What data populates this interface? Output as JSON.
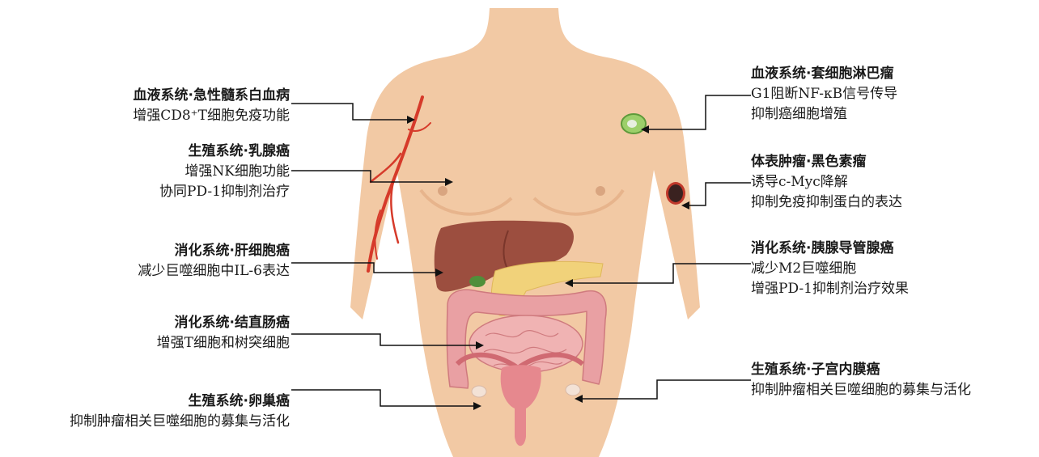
{
  "annotations_left": [
    {
      "title": "血液系统·急性髓系白血病",
      "lines": [
        "增强CD8⁺T细胞免疫功能"
      ]
    },
    {
      "title": "生殖系统·乳腺癌",
      "lines": [
        "增强NK细胞功能",
        "协同PD-1抑制剂治疗"
      ]
    },
    {
      "title": "消化系统·肝细胞癌",
      "lines": [
        "减少巨噬细胞中IL-6表达"
      ]
    },
    {
      "title": "消化系统·结直肠癌",
      "lines": [
        "增强T细胞和树突细胞"
      ]
    },
    {
      "title": "生殖系统·卵巢癌",
      "lines": [
        "抑制肿瘤相关巨噬细胞的募集与活化"
      ]
    }
  ],
  "annotations_right": [
    {
      "title": "血液系统·套细胞淋巴瘤",
      "lines": [
        "G1阻断NF-κB信号传导",
        "抑制癌细胞增殖"
      ]
    },
    {
      "title": "体表肿瘤·黑色素瘤",
      "lines": [
        "诱导c-Myc降解",
        "抑制免疫抑制蛋白的表达"
      ]
    },
    {
      "title": "消化系统·胰腺导管腺癌",
      "lines": [
        "减少M2巨噬细胞",
        "增强PD-1抑制剂治疗效果"
      ]
    },
    {
      "title": "生殖系统·子宫内膜癌",
      "lines": [
        "抑制肿瘤相关巨噬细胞的募集与活化"
      ]
    }
  ],
  "colors": {
    "skin": "#f2c9a4",
    "skin_shadow": "#e7b48c",
    "liver": "#9c4e3f",
    "pancreas": "#f1d27a",
    "intestine": "#e9a0a3",
    "uterus": "#e6888e",
    "vessel": "#d63a2a"
  }
}
